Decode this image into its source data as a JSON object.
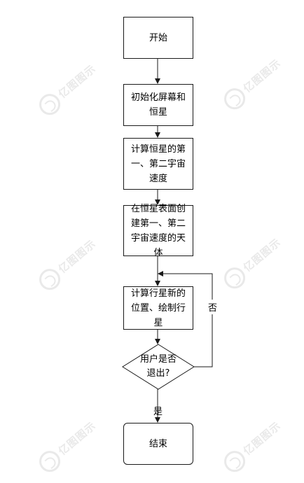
{
  "watermark": {
    "text": "亿图图示"
  },
  "flowchart": {
    "nodes": [
      {
        "id": "start",
        "type": "terminal",
        "label": "开始"
      },
      {
        "id": "init",
        "type": "process",
        "label": "初始化屏幕和恒星"
      },
      {
        "id": "calc-speed",
        "type": "process",
        "label": "计算恒星的第一、第二宇宙速度"
      },
      {
        "id": "create-body",
        "type": "process",
        "label": "在恒星表面创建第一、第二宇宙速度的天体"
      },
      {
        "id": "calc-planet",
        "type": "process",
        "label": "计算行星新的位置、绘制行星"
      },
      {
        "id": "decision",
        "type": "decision",
        "label": "用户是否退出?"
      },
      {
        "id": "end",
        "type": "terminal",
        "label": "结束"
      }
    ],
    "edges": [
      {
        "from": "start",
        "to": "init",
        "label": ""
      },
      {
        "from": "init",
        "to": "calc-speed",
        "label": ""
      },
      {
        "from": "calc-speed",
        "to": "create-body",
        "label": ""
      },
      {
        "from": "create-body",
        "to": "calc-planet",
        "label": ""
      },
      {
        "from": "calc-planet",
        "to": "decision",
        "label": ""
      },
      {
        "from": "decision",
        "to": "end",
        "label": "是"
      },
      {
        "from": "decision",
        "to": "calc-planet",
        "label": "否"
      }
    ]
  }
}
